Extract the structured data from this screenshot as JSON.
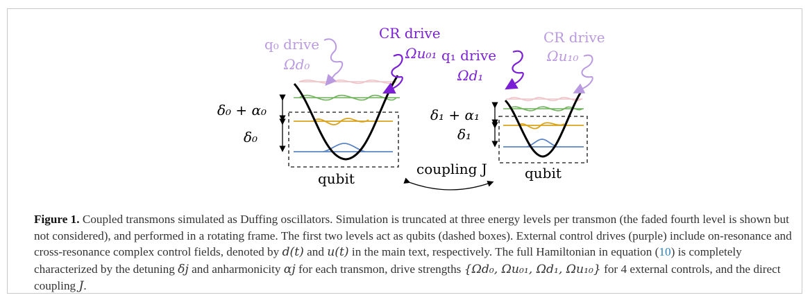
{
  "figure": {
    "q0_drive": {
      "label": "q₀ drive",
      "symbol": "Ωd₀"
    },
    "cr_drive_01": {
      "label": "CR drive",
      "symbol": "Ωu₀₁"
    },
    "q1_drive": {
      "label": "q₁ drive",
      "symbol": "Ωd₁"
    },
    "cr_drive_10": {
      "label": "CR drive",
      "symbol": "Ωu₁₀"
    },
    "left_gap_top": "δ₀ + α₀",
    "left_gap_bottom": "δ₀",
    "right_gap_top": "δ₁ + α₁",
    "right_gap_bottom": "δ₁",
    "qubit_label_left": "qubit",
    "qubit_label_right": "qubit",
    "coupling_label": "coupling J",
    "colors": {
      "drive_strong": "#7b1fd6",
      "drive_faint": "#b999e0",
      "level0": "#5b84c4",
      "level1": "#d9a21b",
      "level2": "#6eb25a",
      "level3_faded": "#efc4c8",
      "potential": "#000000"
    }
  },
  "caption": {
    "label": "Figure 1.",
    "s1": " Coupled transmons simulated as Duffing oscillators. Simulation is truncated at three energy levels per transmon (the faded fourth level is shown but not considered), and performed in a rotating frame. The first two levels act as qubits (dashed boxes). External control drives (purple) include on-resonance and cross-resonance complex control fields, denoted by ",
    "d_t": "d(t)",
    "s2": " and ",
    "u_t": "u(t)",
    "s3": " in the main text, respectively. The full Hamiltonian in equation (",
    "eq_ref": "10",
    "s4": ") is completely characterized by the detuning ",
    "delta_j": "δj",
    "s5": " and anharmonicity ",
    "alpha_j": "αj",
    "s6": " for each transmon, drive strengths ",
    "drive_set": "{Ωd₀, Ωu₀₁, Ωd₁, Ωu₁₀}",
    "s7": " for 4 external controls, and the direct coupling ",
    "coupling_J": "J",
    "s8": "."
  }
}
